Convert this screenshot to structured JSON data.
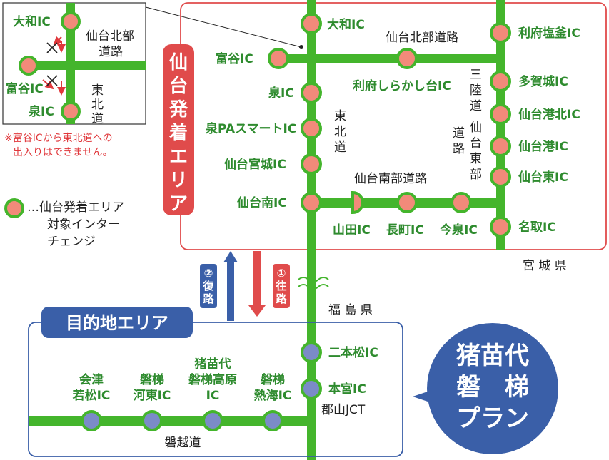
{
  "colors": {
    "line": "#44b52c",
    "sendai_node": "#f28a7a",
    "dest_node": "#7b8bc8",
    "sendai_frame": "#e04b4b",
    "dest_frame": "#3a5fa8",
    "text_green": "#2e8b2e",
    "note_red": "#e0383c"
  },
  "inset": {
    "ic_taiwa": "大和IC",
    "ic_tomiya": "富谷IC",
    "ic_izumi": "泉IC",
    "road_sendai_hokubu_1": "仙台北部",
    "road_sendai_hokubu_2": "道路",
    "road_tohoku_1": "東",
    "road_tohoku_2": "北",
    "road_tohoku_3": "道",
    "note_1": "※富谷ICから東北道への",
    "note_2": "出入りはできません。"
  },
  "legend": {
    "line1": "…仙台発着エリア",
    "line2": "対象インター",
    "line3": "チェンジ"
  },
  "sendai_area": {
    "badge": "仙台発着エリア",
    "pref": "宮 城 県",
    "ics": {
      "taiwa": "大和IC",
      "tomiya": "富谷IC",
      "izumi": "泉IC",
      "izumi_pa": "泉PAスマートIC",
      "sendai_miyagi": "仙台宮城IC",
      "sendai_minami": "仙台南IC",
      "rifu_shiokama": "利府塩釜IC",
      "rifu_shirakashi": "利府しらかし台IC",
      "tagajo": "多賀城IC",
      "sendaiko_kita": "仙台港北IC",
      "sendaiko": "仙台港IC",
      "sendai_higashi": "仙台東IC",
      "natori": "名取IC",
      "yamada": "山田IC",
      "nagamachi": "長町IC",
      "imaizumi": "今泉IC"
    },
    "roads": {
      "sendai_hokubu": "仙台北部道路",
      "sendai_nanbu": "仙台南部道路",
      "tohoku": [
        "東",
        "北",
        "道"
      ],
      "sanriku": [
        "三",
        "陸",
        "道"
      ],
      "sendai_tobu": [
        "仙",
        "台",
        "東",
        "部",
        "道",
        "路"
      ]
    }
  },
  "routes": {
    "return": [
      "②",
      "復",
      "路"
    ],
    "outbound": [
      "①",
      "往",
      "路"
    ]
  },
  "fukushima": {
    "pref": "福 島 県"
  },
  "dest_area": {
    "badge": "目的地エリア",
    "ics": {
      "nihonmatsu": "二本松IC",
      "motomiya": "本宮IC",
      "koriyama_jct": "郡山JCT",
      "aizu_1": "会津",
      "aizu_2": "若松IC",
      "kawahigashi_1": "磐梯",
      "kawahigashi_2": "河東IC",
      "inawashiro_1": "猪苗代",
      "inawashiro_2": "磐梯高原",
      "inawashiro_3": "IC",
      "atami_1": "磐梯",
      "atami_2": "熱海IC"
    },
    "road": "磐越道"
  },
  "plan": {
    "line1": "猪苗代",
    "line2": "磐　梯",
    "line3": "プラン"
  }
}
